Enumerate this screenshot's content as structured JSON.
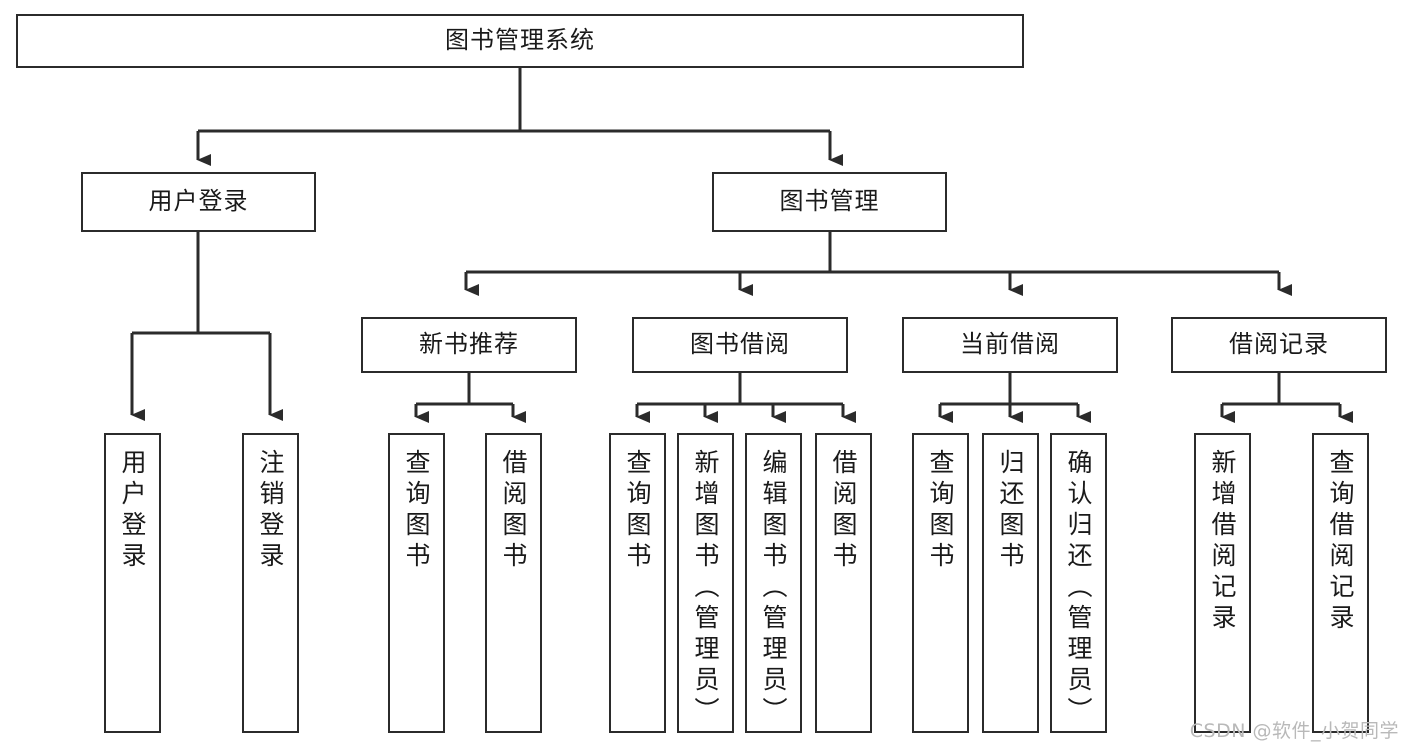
{
  "diagram": {
    "type": "tree",
    "title": "图书管理系统",
    "root": {
      "id": "root",
      "label": "图书管理系统"
    },
    "level1": [
      {
        "id": "user-login",
        "label": "用户登录"
      },
      {
        "id": "book-manage",
        "label": "图书管理"
      }
    ],
    "level2": [
      {
        "id": "new-book-rec",
        "label": "新书推荐",
        "parent": "book-manage"
      },
      {
        "id": "book-borrow",
        "label": "图书借阅",
        "parent": "book-manage"
      },
      {
        "id": "current-borrow",
        "label": "当前借阅",
        "parent": "book-manage"
      },
      {
        "id": "borrow-record",
        "label": "借阅记录",
        "parent": "book-manage"
      }
    ],
    "leaves": [
      {
        "id": "leaf-user-login",
        "label": "用户登录",
        "parent": "user-login"
      },
      {
        "id": "leaf-user-logout",
        "label": "注销登录",
        "parent": "user-login"
      },
      {
        "id": "leaf-query-book-1",
        "label": "查询图书",
        "parent": "new-book-rec"
      },
      {
        "id": "leaf-borrow-book-1",
        "label": "借阅图书",
        "parent": "new-book-rec"
      },
      {
        "id": "leaf-query-book-2",
        "label": "查询图书",
        "parent": "book-borrow"
      },
      {
        "id": "leaf-add-book",
        "label": "新增图书（管理员）",
        "parent": "book-borrow"
      },
      {
        "id": "leaf-edit-book",
        "label": "编辑图书（管理员）",
        "parent": "book-borrow"
      },
      {
        "id": "leaf-borrow-book-2",
        "label": "借阅图书",
        "parent": "book-borrow"
      },
      {
        "id": "leaf-query-book-3",
        "label": "查询图书",
        "parent": "current-borrow"
      },
      {
        "id": "leaf-return-book",
        "label": "归还图书",
        "parent": "current-borrow"
      },
      {
        "id": "leaf-confirm-return",
        "label": "确认归还（管理员）",
        "parent": "current-borrow"
      },
      {
        "id": "leaf-add-record",
        "label": "新增借阅记录",
        "parent": "borrow-record"
      },
      {
        "id": "leaf-query-record",
        "label": "查询借阅记录",
        "parent": "borrow-record"
      }
    ]
  },
  "watermark": {
    "text": "CSDN @软件_小贺同学"
  },
  "colors": {
    "stroke": "#2b2b2b",
    "fill": "#ffffff",
    "text": "#1a1a1a",
    "watermark": "#b9b9b9"
  }
}
